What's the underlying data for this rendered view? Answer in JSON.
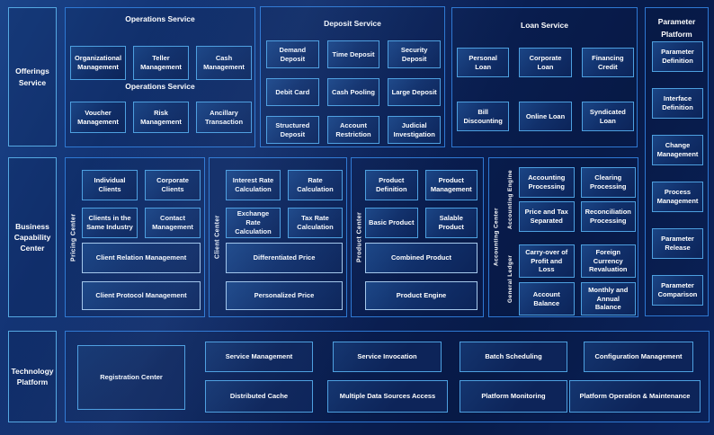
{
  "rails": {
    "offerings": "Offerings Service",
    "business": "Business Capability Center",
    "technology": "Technology Platform"
  },
  "operations": {
    "title": "Operations Service",
    "subtitle": "Operations Service",
    "row1": [
      "Organizational Management",
      "Teller Management",
      "Cash Management"
    ],
    "row2": [
      "Voucher Management",
      "Risk Management",
      "Ancillary Transaction"
    ]
  },
  "deposit": {
    "title": "Deposit Service",
    "rows": [
      [
        "Demand Deposit",
        "Time Deposit",
        "Security Deposit"
      ],
      [
        "Debit Card",
        "Cash Pooling",
        "Large Deposit"
      ],
      [
        "Structured Deposit",
        "Account Restriction",
        "Judicial Investigation"
      ]
    ]
  },
  "loan": {
    "title": "Loan Service",
    "rows": [
      [
        "Personal Loan",
        "Corporate Loan",
        "Financing Credit"
      ],
      [
        "Bill Discounting",
        "Online Loan",
        "Syndicated Loan"
      ]
    ]
  },
  "parameter": {
    "title": "Parameter Platform",
    "items": [
      "Parameter Definition",
      "Interface Definition",
      "Change Management",
      "Process Management",
      "Parameter Release",
      "Parameter Comparison"
    ]
  },
  "pricing": {
    "label": "Pricing Center",
    "grid": [
      "Individual Clients",
      "Corporate Clients",
      "Clients in the Same Industry",
      "Contact Management"
    ],
    "wide": [
      "Client Relation Management",
      "Client Protocol Management"
    ]
  },
  "client": {
    "label": "Client Center",
    "grid": [
      "Interest Rate Calculation",
      "Rate Calculation",
      "Exchange Rate Calculation",
      "Tax Rate Calculation"
    ],
    "wide": [
      "Differentiated Price",
      "Personalized Price"
    ]
  },
  "product": {
    "label": "Product Center",
    "grid": [
      "Product Definition",
      "Product Management",
      "Basic Product",
      "Salable Product"
    ],
    "wide": [
      "Combined Product",
      "Product Engine"
    ]
  },
  "accounting": {
    "label": "Accounting Center",
    "engine_label": "Accounting Engine",
    "engine_items": [
      "Accounting Processing",
      "Clearing Processing",
      "Price and Tax Separated",
      "Reconciliation Processing"
    ],
    "ledger_label": "General Ledger",
    "ledger_items": [
      "Carry-over of Profit and Loss",
      "Foreign Currency Revaluation",
      "Account Balance",
      "Monthly and Annual Balance"
    ]
  },
  "platform": {
    "registration": "Registration Center",
    "row1": [
      "Service Management",
      "Service Invocation",
      "Batch Scheduling",
      "Configuration Management"
    ],
    "row2": [
      "Distributed Cache",
      "Multiple Data Sources Access",
      "Platform Monitoring",
      "Platform Operation & Maintenance"
    ]
  },
  "colors": {
    "background": "#0b2157",
    "panel_border": "#2e78d2",
    "box_border": "#4da0e0",
    "wide_box_border": "#a6c9ec",
    "text": "#ffffff"
  }
}
